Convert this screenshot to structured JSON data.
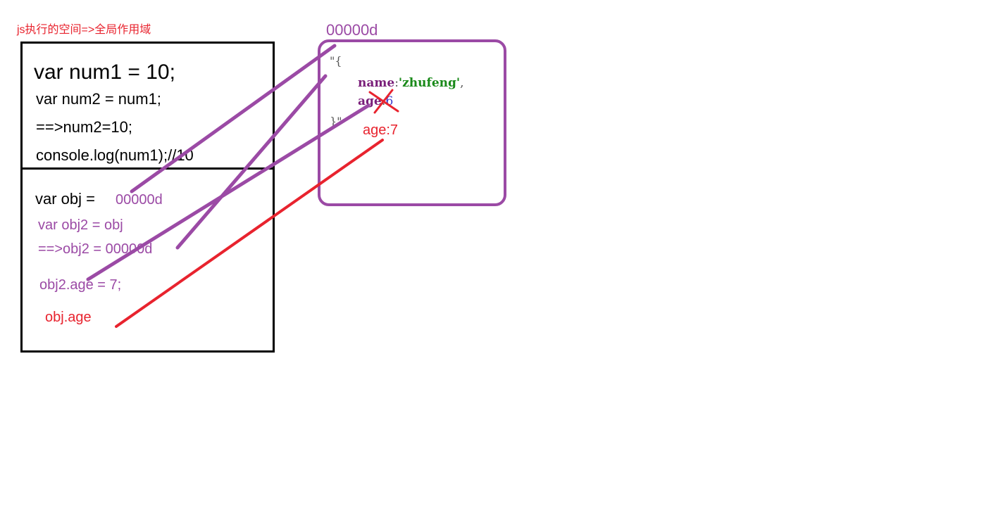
{
  "colors": {
    "purple": "#9b4aa5",
    "red": "#e8232e",
    "black": "#000000",
    "key_purple": "#7a1f7a",
    "string_green": "#1a8a1a",
    "number_blue": "#3a3acc",
    "brace_gray": "#555555"
  },
  "scope": {
    "title": "js执行的空间=>全局作用域",
    "primitive_lines": [
      "var num1 = 10;",
      "var num2 = num1;",
      "==>num2=10;",
      "console.log(num1);//10"
    ],
    "object_label": "var obj = ",
    "object_addr": "00000d",
    "obj2_assign": "var obj2 = obj",
    "obj2_resolved": "==>obj2 = 00000d",
    "obj2_modify": "obj2.age = 7;",
    "obj_read": "obj.age"
  },
  "heap": {
    "address": "00000d",
    "open": "\"{",
    "name_key": "name",
    "colon": ":",
    "name_value": "'zhufeng'",
    "comma": ",",
    "age_key": "age",
    "age_old_value": "6",
    "close": "}\"",
    "age_new": "age:7"
  }
}
